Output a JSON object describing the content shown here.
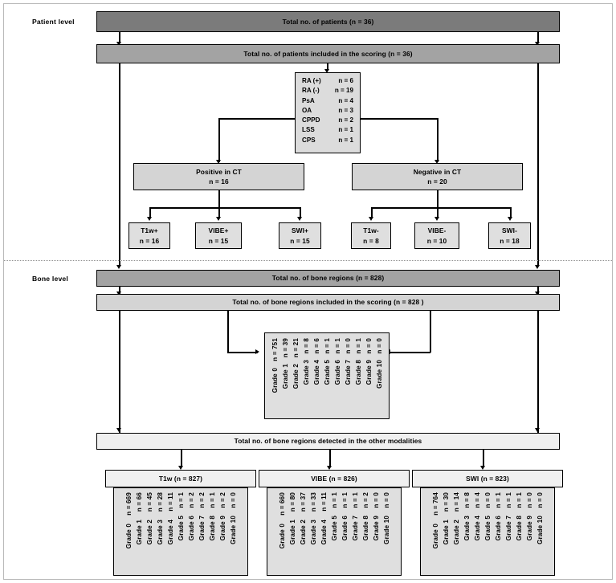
{
  "levels": {
    "patient": "Patient level",
    "bone": "Bone level"
  },
  "patient_level": {
    "total": "Total no. of patients  (n = 36)",
    "included": "Total no. of patients included in the scoring  (n = 36)",
    "diagnoses": [
      {
        "label": "RA (+)",
        "count": "n = 6"
      },
      {
        "label": "RA (-)",
        "count": "n = 19"
      },
      {
        "label": "PsA",
        "count": "n = 4"
      },
      {
        "label": "OA",
        "count": "n = 3"
      },
      {
        "label": "CPPD",
        "count": "n = 2"
      },
      {
        "label": "LSS",
        "count": "n = 1"
      },
      {
        "label": "CPS",
        "count": "n = 1"
      }
    ],
    "ct_positive": {
      "title": "Positive in CT",
      "count": "n = 16"
    },
    "ct_negative": {
      "title": "Negative in CT",
      "count": "n = 20"
    },
    "positive_modalities": [
      {
        "label": "T1w+",
        "count": "n = 16"
      },
      {
        "label": "VIBE+",
        "count": "n = 15"
      },
      {
        "label": "SWI+",
        "count": "n = 15"
      }
    ],
    "negative_modalities": [
      {
        "label": "T1w-",
        "count": "n = 8"
      },
      {
        "label": "VIBE-",
        "count": "n = 10"
      },
      {
        "label": "SWI-",
        "count": "n = 18"
      }
    ]
  },
  "bone_level": {
    "total": "Total no. of bone regions (n = 828)",
    "included": "Total no. of bone regions included in the scoring (n = 828 )",
    "other_modalities": "Total no. of bone regions detected in the other modalities",
    "ct_grades": {
      "grade_labels": [
        "Grade 0",
        "Grade 1",
        "Grade 2",
        "Grade 3",
        "Grade 4",
        "Grade 5",
        "Grade 6",
        "Grade 7",
        "Grade 8",
        "Grade 9",
        "Grade 10"
      ],
      "counts": [
        "n = 751",
        "n = 39",
        "n = 21",
        "n = 8",
        "n = 6",
        "n = 1",
        "n = 1",
        "n = 0",
        "n = 1",
        "n = 0",
        "n = 0"
      ]
    },
    "modalities": [
      {
        "title": "T1w  (n = 827)",
        "grade_labels": [
          "Grade 0",
          "Grade 1",
          "Grade 2",
          "Grade 3",
          "Grade 4",
          "Grade 5",
          "Grade 6",
          "Grade 7",
          "Grade 8",
          "Grade 9",
          "Grade 10"
        ],
        "counts": [
          "n = 669",
          "n = 66",
          "n = 45",
          "n = 28",
          "n = 11",
          "n = 1",
          "n = 2",
          "n = 2",
          "n = 1",
          "n = 2",
          "n = 0"
        ]
      },
      {
        "title": "VIBE  (n = 826)",
        "grade_labels": [
          "Grade 0",
          "Grade 1",
          "Grade 2",
          "Grade 3",
          "Grade 4",
          "Grade 5",
          "Grade 6",
          "Grade 7",
          "Grade 8",
          "Grade 9",
          "Grade 10"
        ],
        "counts": [
          "n = 660",
          "n = 80",
          "n = 37",
          "n = 33",
          "n = 11",
          "n = 1",
          "n = 1",
          "n = 1",
          "n = 2",
          "n = 0",
          "n = 0"
        ]
      },
      {
        "title": "SWI (n = 823)",
        "grade_labels": [
          "Grade 0",
          "Grade 1",
          "Grade 2",
          "Grade 3",
          "Grade 4",
          "Grade 5",
          "Grade 6",
          "Grade 7",
          "Grade 8",
          "Grade 9",
          "Grade 10"
        ],
        "counts": [
          "n = 764",
          "n = 30",
          "n = 14",
          "n = 8",
          "n = 4",
          "n = 0",
          "n = 1",
          "n = 1",
          "n = 1",
          "n = 0",
          "n = 0"
        ]
      }
    ]
  },
  "chart_data": {
    "type": "diagram",
    "title": "Patient and bone level study flowchart",
    "patients_total": 36,
    "patients_scored": 36,
    "bone_regions_total": 828,
    "bone_regions_scored": 828
  }
}
